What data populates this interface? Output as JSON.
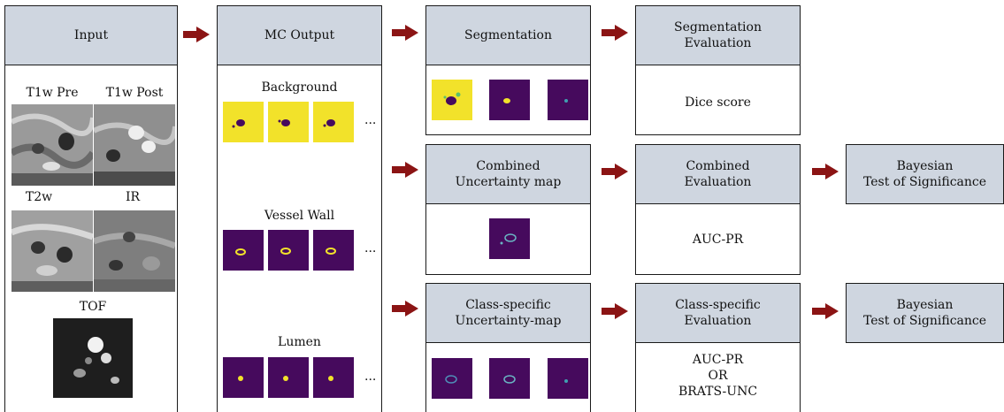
{
  "input": {
    "header": "Input",
    "labels": {
      "t1w_pre": "T1w Pre",
      "t1w_post": "T1w Post",
      "t2w": "T2w",
      "ir": "IR",
      "tof": "TOF"
    }
  },
  "mc_output": {
    "header": "MC Output",
    "groups": {
      "background": "Background",
      "vessel_wall": "Vessel Wall",
      "lumen": "Lumen"
    },
    "ellipsis": "..."
  },
  "segmentation": {
    "header": "Segmentation"
  },
  "combined_map": {
    "header": "Combined\nUncertainty map"
  },
  "class_map": {
    "header": "Class-specific\nUncertainty-map"
  },
  "seg_eval": {
    "header": "Segmentation\nEvaluation",
    "metric": "Dice score"
  },
  "comb_eval": {
    "header": "Combined\nEvaluation",
    "metric": "AUC-PR"
  },
  "class_eval": {
    "header": "Class-specific\nEvaluation",
    "metric": "AUC-PR\nOR\nBRATS-UNC"
  },
  "bayes1": {
    "header": "Bayesian\nTest of Significance"
  },
  "bayes2": {
    "header": "Bayesian\nTest of Significance"
  },
  "colors": {
    "arrow": "#8b1414",
    "header_fill": "#cfd6e0",
    "yellow": "#f2e22a",
    "purple": "#460a5d"
  }
}
